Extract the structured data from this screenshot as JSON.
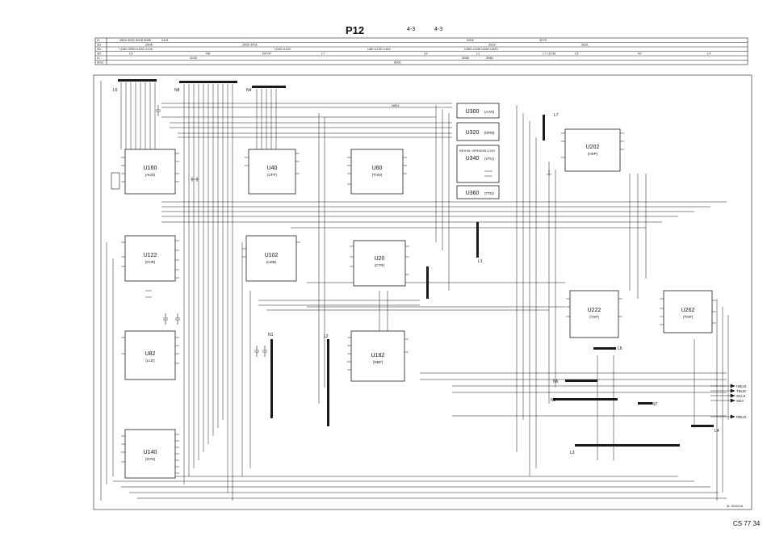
{
  "header": {
    "page_id": "P12",
    "sheet_ref_left": "4-3",
    "sheet_ref_right": "4-3"
  },
  "index_table": {
    "row_labels": [
      "IC",
      "2D",
      "2D",
      "3D",
      "IC",
      "MSC"
    ],
    "row1_entries": [
      "2804 3000 3008 3065",
      "3101",
      "3002",
      "3079"
    ],
    "row2_entries": [
      "2806",
      "2805 3001",
      "2822",
      "2821"
    ],
    "row3_entries": [
      "U160 3305 U102 U140",
      "U100 U122",
      "U80  U122  U182",
      "U360 U240 U300  U320"
    ],
    "row4_entries": [
      "L5",
      "N8",
      "N4 N7",
      "L7",
      "L6",
      "L1",
      "L7 L6 N3",
      "L5",
      "N7",
      "L4"
    ],
    "row5_entries": [
      "3243",
      "3266",
      "3081"
    ],
    "row6_entries": [
      "5001"
    ]
  },
  "blocks": [
    {
      "id": "U160",
      "name": "(AUD)"
    },
    {
      "id": "U40",
      "name": "(CFP)"
    },
    {
      "id": "U60",
      "name": "(TUN)"
    },
    {
      "id": "U300",
      "name": "(AAN)"
    },
    {
      "id": "U320",
      "name": "(OFM)"
    },
    {
      "id": "U340",
      "name": "(VTU)"
    },
    {
      "id": "U360",
      "name": "(TTD)"
    },
    {
      "id": "U202",
      "name": "(HSP)"
    },
    {
      "id": "U122",
      "name": "(CHR)"
    },
    {
      "id": "U102",
      "name": "(LMB)"
    },
    {
      "id": "U20",
      "name": "(CTR)"
    },
    {
      "id": "U222",
      "name": "(TSP)"
    },
    {
      "id": "U262",
      "name": "(TOP)"
    },
    {
      "id": "U82",
      "name": "(LLD)"
    },
    {
      "id": "U182",
      "name": "(NBP)"
    },
    {
      "id": "U140",
      "name": "(SYN)"
    }
  ],
  "connectors": [
    "L5",
    "N8",
    "N4",
    "L7",
    "L2",
    "L3",
    "L1",
    "N1",
    "N6",
    "L4",
    "N7",
    "N9",
    "L6"
  ],
  "outputs": [
    "HBUS",
    "TBUS",
    "SCLK",
    "SDA",
    "RBUS"
  ],
  "annotations": {
    "n901": "N901",
    "u340_note": "REV.IN. VERSION  U740",
    "drawing_code": "3L 30101/A"
  },
  "footer": {
    "code": "CS 77 34"
  },
  "colors": {
    "line": "#1a1a1a",
    "background": "#ffffff"
  }
}
